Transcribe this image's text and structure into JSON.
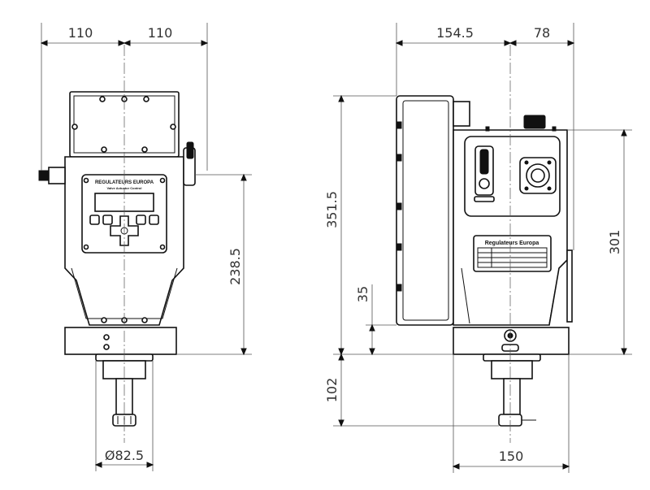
{
  "dimensions": {
    "front_half_width_left": "110",
    "front_half_width_right": "110",
    "front_height_to_base": "238.5",
    "front_shaft_diameter": "Ø82.5",
    "side_back_depth": "154.5",
    "side_front_depth": "78",
    "side_total_height": "351.5",
    "side_body_height": "301",
    "side_offset": "35",
    "side_shaft_length": "102",
    "side_base_width": "150"
  },
  "front_panel": {
    "brand_line": "REGULATEURS EUROPA",
    "sub_line": "Valve Actuator Control"
  },
  "side_plate": {
    "brand_line": "Regulateurs Europa"
  },
  "colors": {
    "line": "#111111",
    "dimension": "#555555",
    "text": "#333333"
  }
}
